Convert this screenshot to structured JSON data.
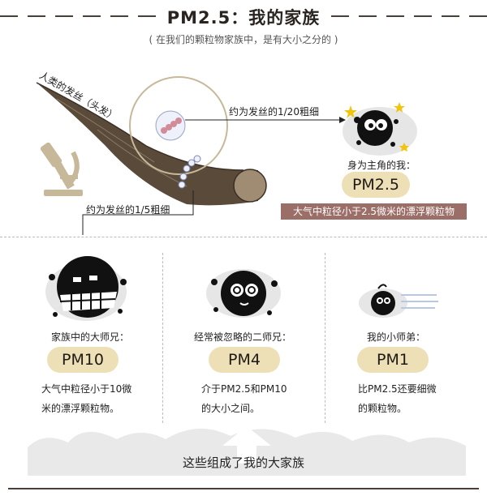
{
  "header": {
    "title": "PM2.5：我的家族",
    "subtitle": "( 在我们的颗粒物家族中，是有大小之分的 )"
  },
  "hair": {
    "label": "人类的发丝（头发）",
    "annotation_pm25": "约为发丝的1/20粗细",
    "annotation_pm10": "约为发丝的1/5粗细"
  },
  "main_character": {
    "caption": "身为主角的我：",
    "name": "PM2.5",
    "banner": "大气中粒径小于2.5微米的漂浮颗粒物"
  },
  "family": [
    {
      "caption": "家族中的大师兄：",
      "name": "PM10",
      "desc_line1": "大气中粒径小于10微",
      "desc_line2": "米的漂浮颗粒物。"
    },
    {
      "caption": "经常被忽略的二师兄：",
      "name": "PM4",
      "desc_line1": "介于PM2.5和PM10",
      "desc_line2": "的大小之间。"
    },
    {
      "caption": "我的小师弟：",
      "name": "PM1",
      "desc_line1": "比PM2.5还要细微",
      "desc_line2": "的颗粒物。"
    }
  ],
  "footer": {
    "text": "这些组成了我的大家族"
  },
  "colors": {
    "pill": "#ede0b6",
    "banner": "#9b6e68",
    "hair": "#5a4a3a",
    "microscope": "#c7b89a"
  }
}
